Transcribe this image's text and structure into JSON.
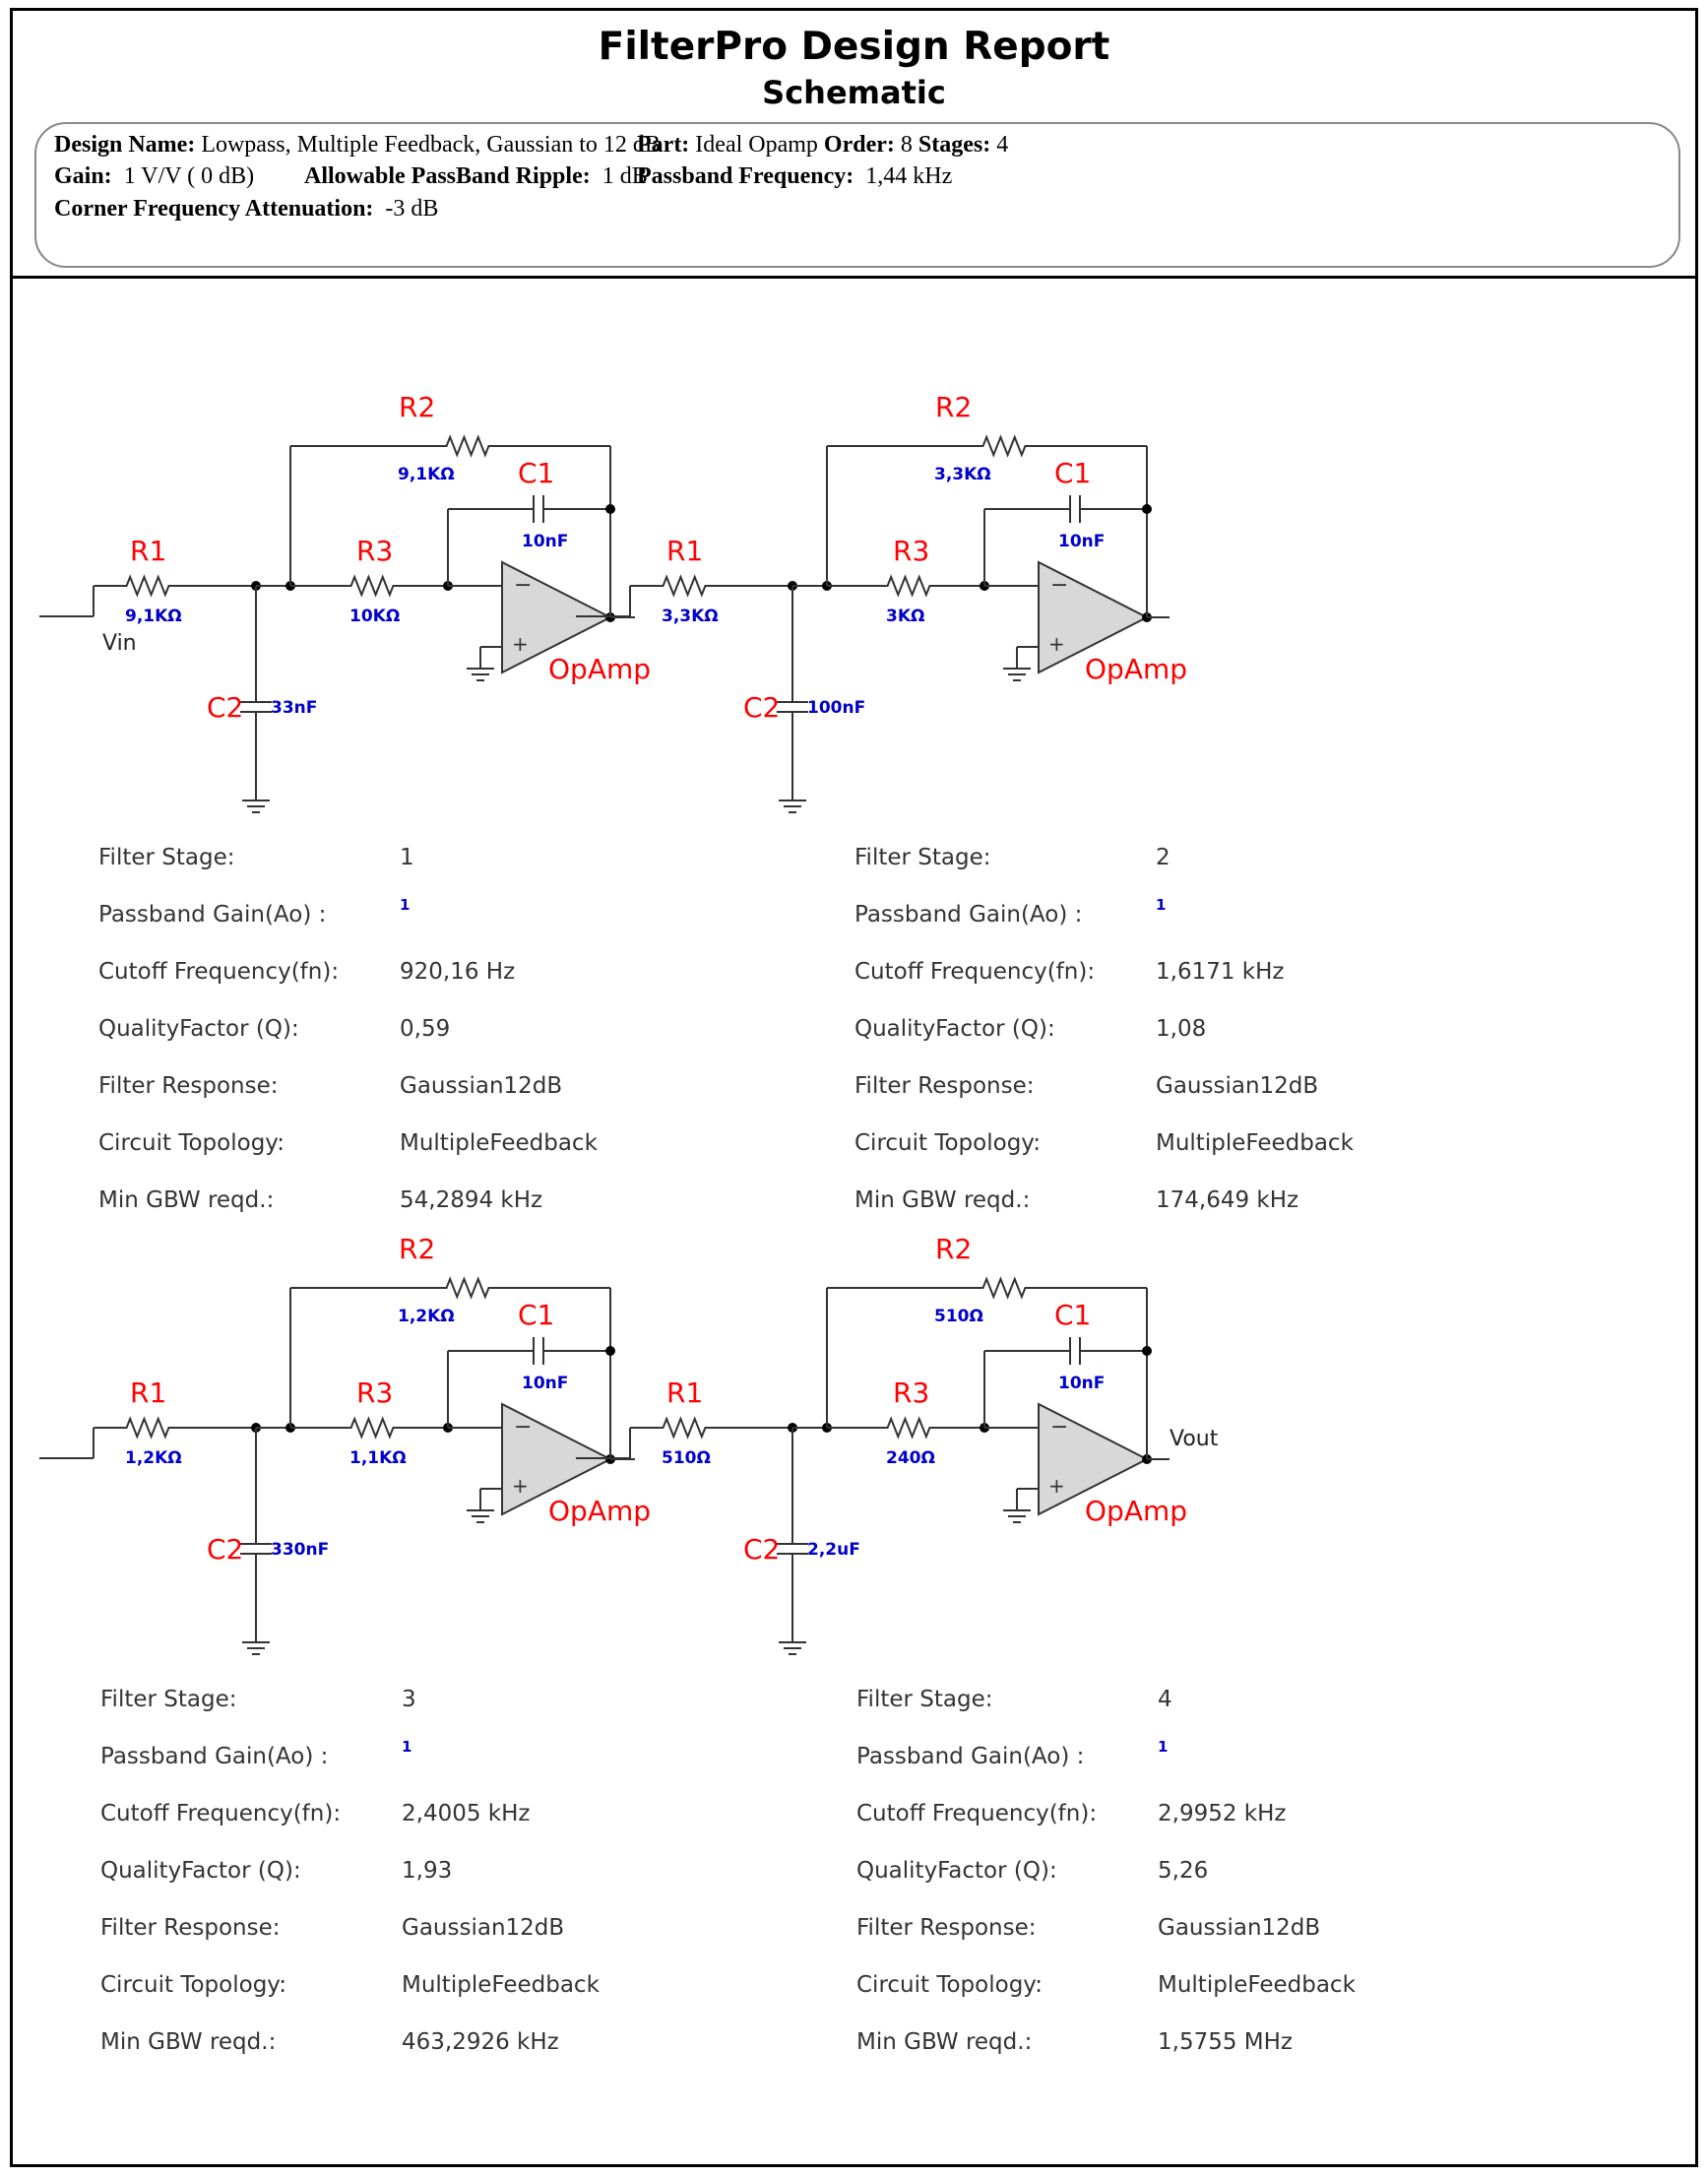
{
  "report": {
    "title": "FilterPro Design Report",
    "subtitle": "Schematic"
  },
  "design": {
    "name_label": "Design Name:",
    "name_value": "Lowpass, Multiple Feedback, Gaussian to 12 dB",
    "part_label": "Part:",
    "part_value": "Ideal Opamp",
    "order_label": "Order:",
    "order_value": "8",
    "stages_label": "Stages:",
    "stages_value": "4",
    "gain_label": "Gain:",
    "gain_value": "1 V/V ( 0 dB)",
    "ripple_label": "Allowable PassBand Ripple:",
    "ripple_value": "1 dB",
    "passband_label": "Passband Frequency:",
    "passband_value": "1,44 kHz",
    "corner_label": "Corner Frequency Attenuation:",
    "corner_value": "-3 dB"
  },
  "schematic": {
    "input_label": "Vin",
    "output_label": "Vout",
    "opamp_label": "OpAmp",
    "stages": [
      {
        "r1": "R1",
        "r1_value": "9,1KΩ",
        "r2": "R2",
        "r2_value": "9,1KΩ",
        "r3": "R3",
        "r3_value": "10KΩ",
        "c1": "C1",
        "c1_value": "10nF",
        "c2": "C2",
        "c2_value": "33nF"
      },
      {
        "r1": "R1",
        "r1_value": "3,3KΩ",
        "r2": "R2",
        "r2_value": "3,3KΩ",
        "r3": "R3",
        "r3_value": "3KΩ",
        "c1": "C1",
        "c1_value": "10nF",
        "c2": "C2",
        "c2_value": "100nF"
      },
      {
        "r1": "R1",
        "r1_value": "1,2KΩ",
        "r2": "R2",
        "r2_value": "1,2KΩ",
        "r3": "R3",
        "r3_value": "1,1KΩ",
        "c1": "C1",
        "c1_value": "10nF",
        "c2": "C2",
        "c2_value": "330nF"
      },
      {
        "r1": "R1",
        "r1_value": "510Ω",
        "r2": "R2",
        "r2_value": "510Ω",
        "r3": "R3",
        "r3_value": "240Ω",
        "c1": "C1",
        "c1_value": "10nF",
        "c2": "C2",
        "c2_value": "2,2uF"
      }
    ]
  },
  "param_labels": {
    "stage": "Filter Stage:",
    "gain": "Passband Gain(Ao) :",
    "cutoff": "Cutoff Frequency(fn):",
    "q": "QualityFactor (Q):",
    "response": "Filter Response:",
    "topology": "Circuit Topology:",
    "gbw": "Min GBW reqd.:"
  },
  "stage_params": [
    {
      "stage": "1",
      "gain": "1",
      "cutoff": "920,16 Hz",
      "q": "0,59",
      "response": "Gaussian12dB",
      "topology": "MultipleFeedback",
      "gbw": "54,2894 kHz"
    },
    {
      "stage": "2",
      "gain": "1",
      "cutoff": "1,6171 kHz",
      "q": "1,08",
      "response": "Gaussian12dB",
      "topology": "MultipleFeedback",
      "gbw": "174,649 kHz"
    },
    {
      "stage": "3",
      "gain": "1",
      "cutoff": "2,4005 kHz",
      "q": "1,93",
      "response": "Gaussian12dB",
      "topology": "MultipleFeedback",
      "gbw": "463,2926 kHz"
    },
    {
      "stage": "4",
      "gain": "1",
      "cutoff": "2,9952 kHz",
      "q": "5,26",
      "response": "Gaussian12dB",
      "topology": "MultipleFeedback",
      "gbw": "1,5755 MHz"
    }
  ]
}
